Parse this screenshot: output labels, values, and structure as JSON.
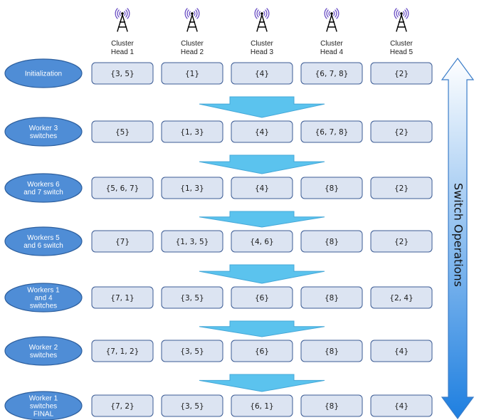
{
  "cluster_heads": [
    {
      "line1": "Cluster",
      "line2": "Head 1"
    },
    {
      "line1": "Cluster",
      "line2": "Head 2"
    },
    {
      "line1": "Cluster",
      "line2": "Head 3"
    },
    {
      "line1": "Cluster",
      "line2": "Head 4"
    },
    {
      "line1": "Cluster",
      "line2": "Head 5"
    }
  ],
  "stages": [
    {
      "lines": [
        "Initialization"
      ],
      "cells": [
        "{3, 5}",
        "{1}",
        "{4}",
        "{6, 7, 8}",
        "{2}"
      ]
    },
    {
      "lines": [
        "Worker 3",
        "switches"
      ],
      "cells": [
        "{5}",
        "{1, 3}",
        "{4}",
        "{6, 7, 8}",
        "{2}"
      ]
    },
    {
      "lines": [
        "Workers 6",
        "and 7 switch"
      ],
      "cells": [
        "{5, 6, 7}",
        "{1, 3}",
        "{4}",
        "{8}",
        "{2}"
      ]
    },
    {
      "lines": [
        "Workers 5",
        "and 6 switch"
      ],
      "cells": [
        "{7}",
        "{1, 3, 5}",
        "{4, 6}",
        "{8}",
        "{2}"
      ]
    },
    {
      "lines": [
        "Workers 1",
        "and 4",
        "switches"
      ],
      "cells": [
        "{7, 1}",
        "{3, 5}",
        "{6}",
        "{8}",
        "{2, 4}"
      ]
    },
    {
      "lines": [
        "Worker 2",
        "switches"
      ],
      "cells": [
        "{7, 1, 2}",
        "{3, 5}",
        "{6}",
        "{8}",
        "{4}"
      ]
    },
    {
      "lines": [
        "Worker 1",
        "switches",
        "FINAL"
      ],
      "cells": [
        "{7, 2}",
        "{3, 5}",
        "{6, 1}",
        "{8}",
        "{4}"
      ]
    }
  ],
  "side_arrow_label": "Switch Operations",
  "icon": "radio-tower-icon",
  "colors": {
    "ellipse_fill": "#4f8dd6",
    "ellipse_stroke": "#2d5f9e",
    "cell_fill": "#dce4f2",
    "cell_stroke": "#3b5b94",
    "arrow_fill": "#5bc3ee",
    "arrow_stroke": "#45a8d8",
    "side_arrow_top": "#ffffff",
    "side_arrow_bottom": "#1e7fe0",
    "side_arrow_stroke": "#3a7cc8"
  }
}
